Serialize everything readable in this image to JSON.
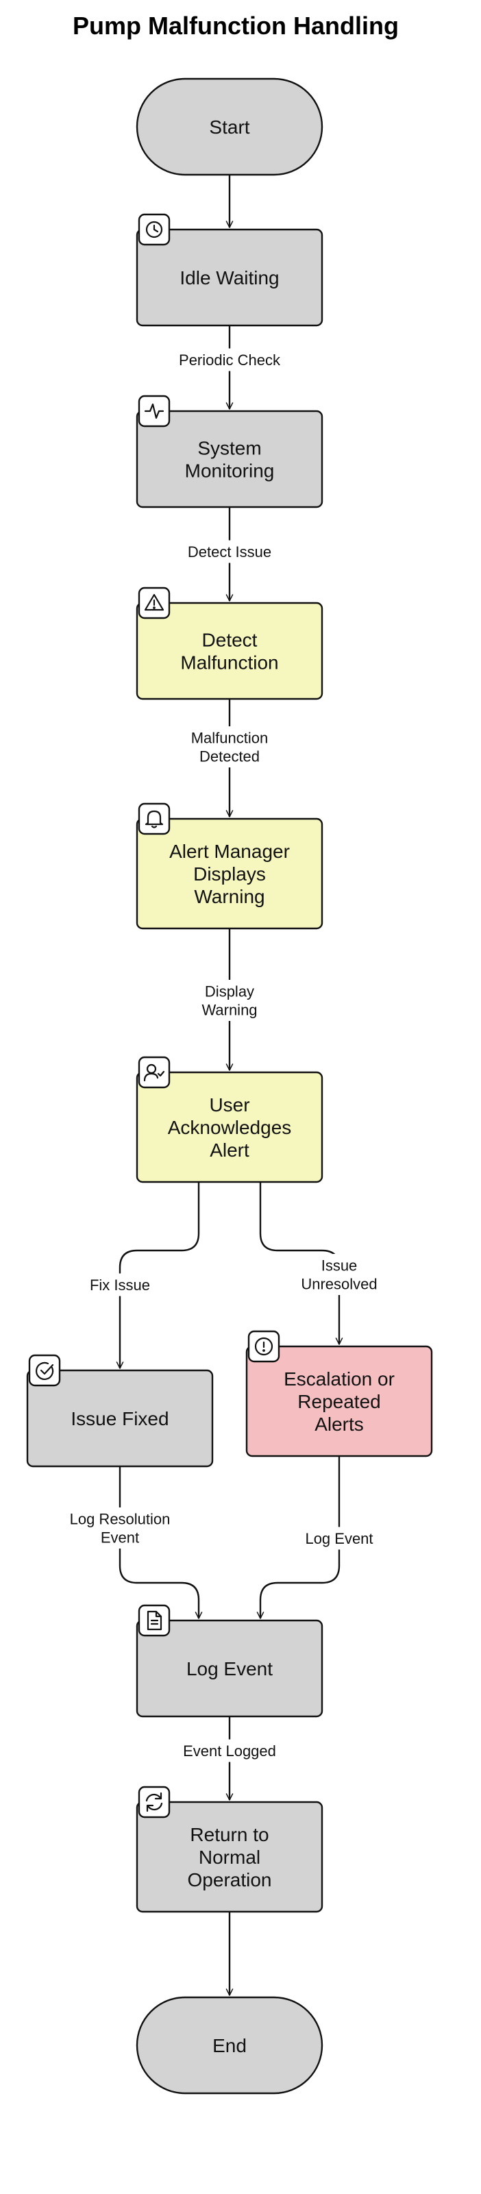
{
  "title": "Pump Malfunction Handling",
  "colors": {
    "neutral": "#d3d3d3",
    "highlight": "#f6f6bf",
    "alert": "#f5bfc1",
    "stroke": "#111111"
  },
  "nodes": {
    "start": {
      "lines": [
        "Start"
      ],
      "kind": "terminal",
      "color": "neutral"
    },
    "idle": {
      "lines": [
        "Idle Waiting"
      ],
      "kind": "state",
      "color": "neutral",
      "icon": "clock-icon"
    },
    "monitoring": {
      "lines": [
        "System",
        "Monitoring"
      ],
      "kind": "state",
      "color": "neutral",
      "icon": "activity-icon"
    },
    "detect": {
      "lines": [
        "Detect",
        "Malfunction"
      ],
      "kind": "state",
      "color": "highlight",
      "icon": "warning-triangle-icon"
    },
    "alert": {
      "lines": [
        "Alert Manager",
        "Displays",
        "Warning"
      ],
      "kind": "state",
      "color": "highlight",
      "icon": "bell-icon"
    },
    "ack": {
      "lines": [
        "User",
        "Acknowledges",
        "Alert"
      ],
      "kind": "state",
      "color": "highlight",
      "icon": "user-check-icon"
    },
    "fixed": {
      "lines": [
        "Issue Fixed"
      ],
      "kind": "state",
      "color": "neutral",
      "icon": "check-circle-icon"
    },
    "escalation": {
      "lines": [
        "Escalation or",
        "Repeated",
        "Alerts"
      ],
      "kind": "state",
      "color": "alert",
      "icon": "exclamation-circle-icon"
    },
    "log": {
      "lines": [
        "Log Event"
      ],
      "kind": "state",
      "color": "neutral",
      "icon": "document-icon"
    },
    "normal": {
      "lines": [
        "Return to",
        "Normal",
        "Operation"
      ],
      "kind": "state",
      "color": "neutral",
      "icon": "refresh-icon"
    },
    "end": {
      "lines": [
        "End"
      ],
      "kind": "terminal",
      "color": "neutral"
    }
  },
  "edges": [
    {
      "from": "start",
      "to": "idle",
      "label": []
    },
    {
      "from": "idle",
      "to": "monitoring",
      "label": [
        "Periodic Check"
      ]
    },
    {
      "from": "monitoring",
      "to": "detect",
      "label": [
        "Detect Issue"
      ]
    },
    {
      "from": "detect",
      "to": "alert",
      "label": [
        "Malfunction",
        "Detected"
      ]
    },
    {
      "from": "alert",
      "to": "ack",
      "label": [
        "Display",
        "Warning"
      ]
    },
    {
      "from": "ack",
      "to": "fixed",
      "label": [
        "Fix Issue"
      ]
    },
    {
      "from": "ack",
      "to": "escalation",
      "label": [
        "Issue",
        "Unresolved"
      ]
    },
    {
      "from": "fixed",
      "to": "log",
      "label": [
        "Log Resolution",
        "Event"
      ]
    },
    {
      "from": "escalation",
      "to": "log",
      "label": [
        "Log Event"
      ]
    },
    {
      "from": "log",
      "to": "normal",
      "label": [
        "Event Logged"
      ]
    },
    {
      "from": "normal",
      "to": "end",
      "label": []
    }
  ]
}
